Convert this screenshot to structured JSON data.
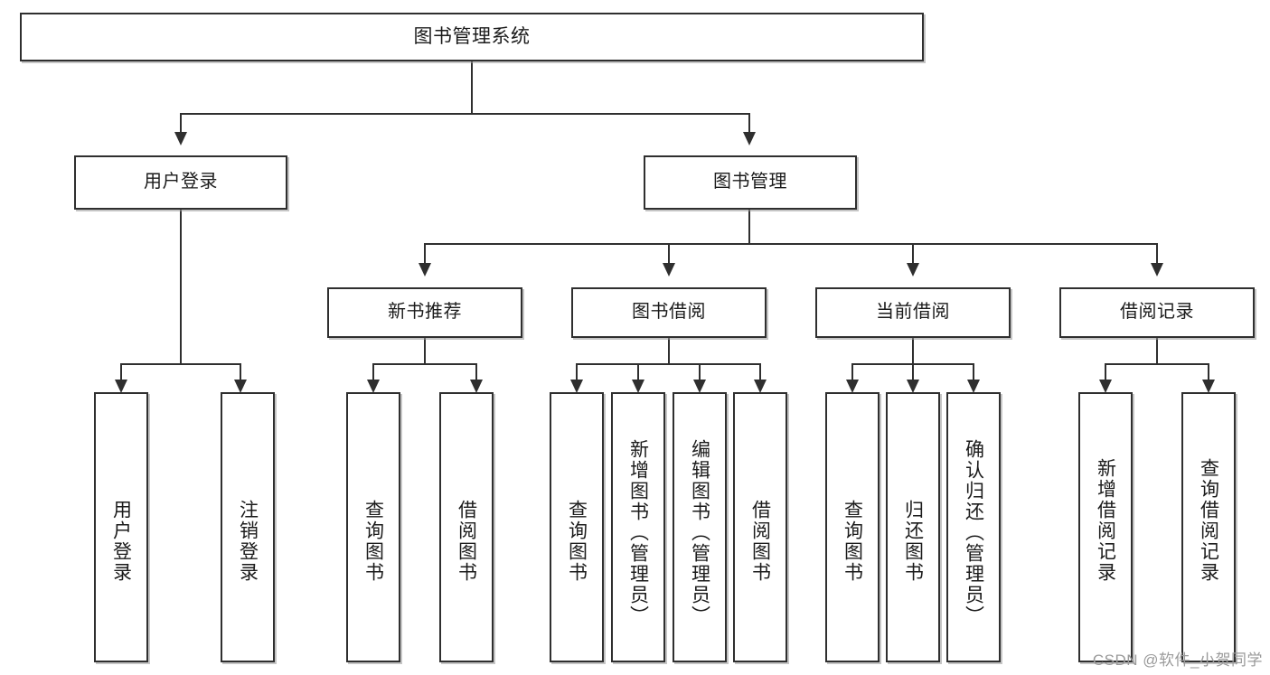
{
  "diagram": {
    "title": "图书管理系统",
    "type": "hierarchy-tree",
    "watermark": "CSDN @软件_小贺同学",
    "colors": {
      "box_border": "#2f2f2f",
      "box_fill": "#ffffff",
      "line": "#2f2f2f",
      "shadow": "#b9b9b9",
      "text": "#1b1b1b",
      "watermark": "#9a9a9a"
    },
    "nodes": {
      "root": {
        "label": "图书管理系统"
      },
      "level2": [
        {
          "id": "user-login",
          "label": "用户登录"
        },
        {
          "id": "book-manage",
          "label": "图书管理"
        }
      ],
      "level3": [
        {
          "id": "new-book-rec",
          "label": "新书推荐"
        },
        {
          "id": "book-borrow",
          "label": "图书借阅"
        },
        {
          "id": "current-borrow",
          "label": "当前借阅"
        },
        {
          "id": "borrow-record",
          "label": "借阅记录"
        }
      ],
      "leaves": {
        "user-login": [
          {
            "id": "leaf-user-login",
            "label": "用户登录"
          },
          {
            "id": "leaf-logout",
            "label": "注销登录"
          }
        ],
        "new-book-rec": [
          {
            "id": "leaf-query-book-1",
            "label": "查询图书"
          },
          {
            "id": "leaf-borrow-book-1",
            "label": "借阅图书"
          }
        ],
        "book-borrow": [
          {
            "id": "leaf-query-book-2",
            "label": "查询图书"
          },
          {
            "id": "leaf-add-book",
            "label": "新增图书（管理员）"
          },
          {
            "id": "leaf-edit-book",
            "label": "编辑图书（管理员）"
          },
          {
            "id": "leaf-borrow-book-2",
            "label": "借阅图书"
          }
        ],
        "current-borrow": [
          {
            "id": "leaf-query-book-3",
            "label": "查询图书"
          },
          {
            "id": "leaf-return-book",
            "label": "归还图书"
          },
          {
            "id": "leaf-confirm-return",
            "label": "确认归还（管理员）"
          }
        ],
        "borrow-record": [
          {
            "id": "leaf-add-record",
            "label": "新增借阅记录"
          },
          {
            "id": "leaf-query-record",
            "label": "查询借阅记录"
          }
        ]
      }
    }
  }
}
